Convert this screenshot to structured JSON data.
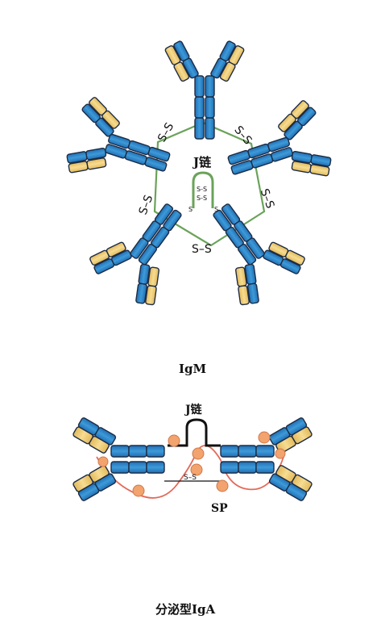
{
  "igm": {
    "caption": "IgM",
    "j_chain_label": "J链",
    "disulfide_label": "S–S",
    "inner_ss_label": "S-S",
    "small_s_label": "S"
  },
  "iga": {
    "caption": "分泌型IgA",
    "j_chain_label": "J链",
    "secretory_piece_label": "SP",
    "disulfide_label": "S–S"
  },
  "colors": {
    "heavy_chain": "#2f86c9",
    "light_chain": "#f0cf78",
    "outline": "#1d2c45",
    "ring_link": "#6aa35a",
    "secretory_piece": "#e36a5a",
    "secretory_bead": "#f3a36d"
  }
}
